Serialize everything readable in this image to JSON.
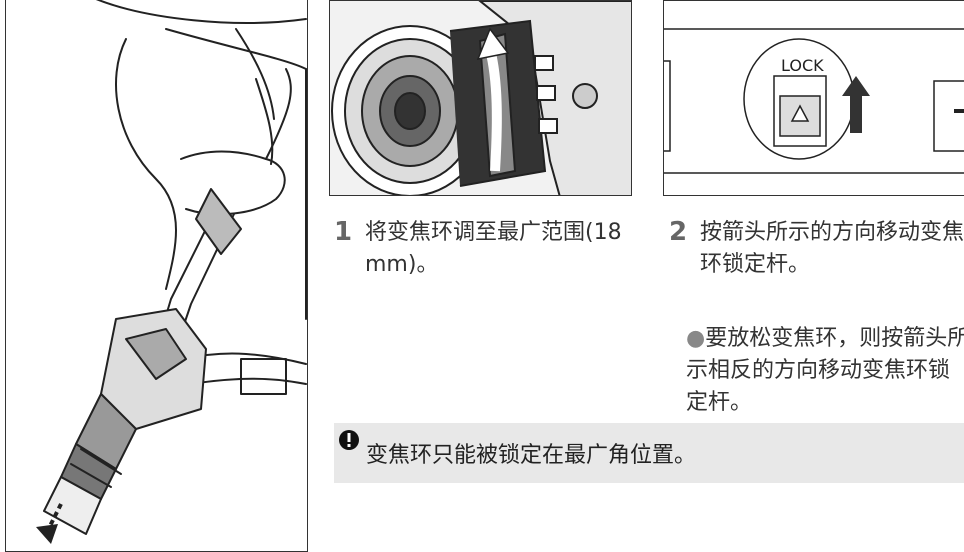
{
  "step1": {
    "number": "1",
    "text": "将变焦环调至最广范围(18 mm)。"
  },
  "step2": {
    "number": "2",
    "text": "按箭头所示的方向移动变焦环锁定杆。",
    "bullet": "要放松变焦环，则按箭头所示相反的方向移动变焦环锁定杆。"
  },
  "lock_label": "LOCK",
  "note": {
    "icon": "caution-icon",
    "text": "变焦环只能被锁定在最广角位置。"
  },
  "colors": {
    "note_bg": "#e8e8e8",
    "step_number": "#666666"
  }
}
